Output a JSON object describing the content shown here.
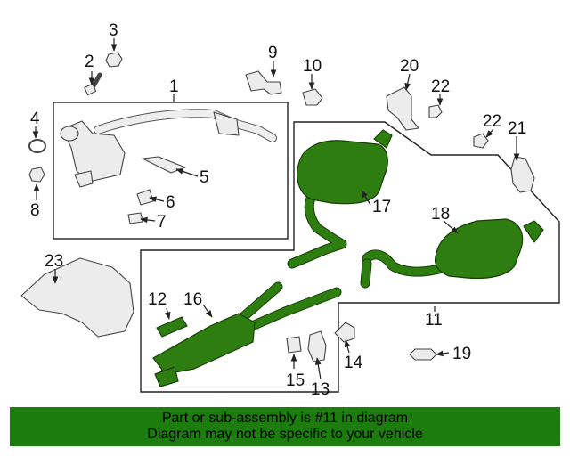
{
  "callouts": [
    "1",
    "2",
    "3",
    "4",
    "5",
    "6",
    "7",
    "8",
    "9",
    "10",
    "11",
    "12",
    "13",
    "14",
    "15",
    "16",
    "17",
    "18",
    "19",
    "20",
    "21",
    "22",
    "22",
    "23"
  ],
  "colors": {
    "highlight": "#2e7d10",
    "banner": "#1d7c0e"
  },
  "banner": {
    "line1": "Part or sub-assembly is #11 in diagram",
    "line2": "Diagram may not be specific to your vehicle"
  }
}
